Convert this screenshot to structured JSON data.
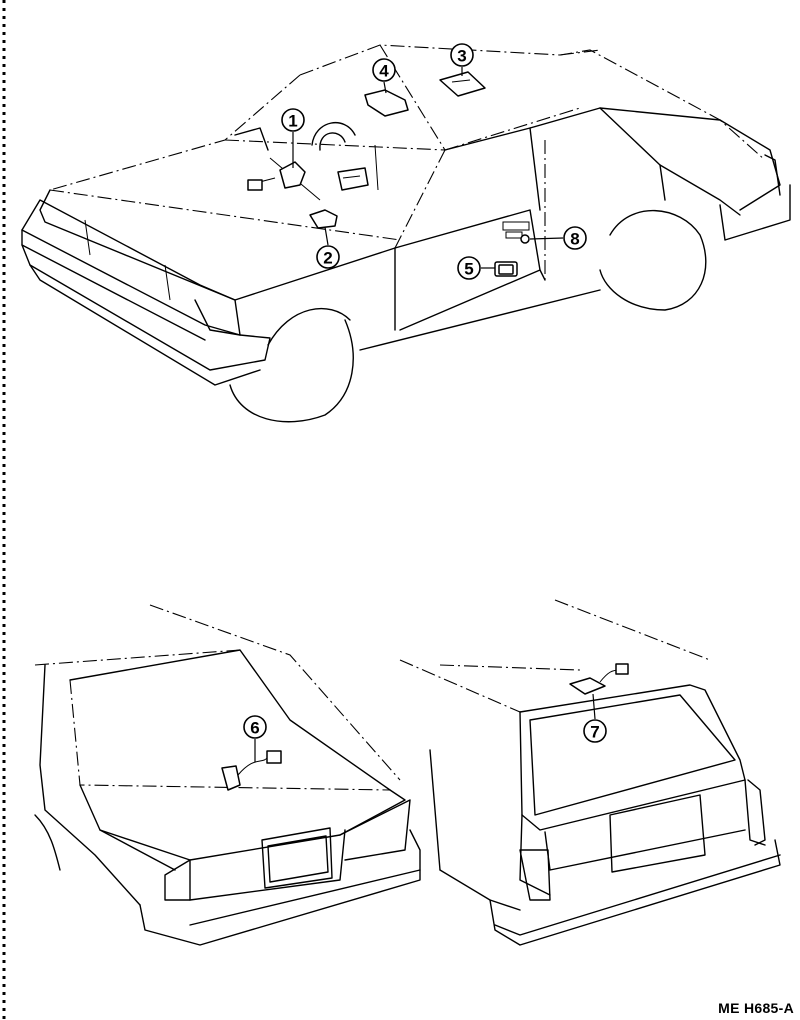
{
  "diagram": {
    "reference_code": "ME H685-A",
    "callouts": [
      {
        "number": "1"
      },
      {
        "number": "2"
      },
      {
        "number": "3"
      },
      {
        "number": "4"
      },
      {
        "number": "5"
      },
      {
        "number": "6"
      },
      {
        "number": "7"
      },
      {
        "number": "8"
      }
    ]
  }
}
